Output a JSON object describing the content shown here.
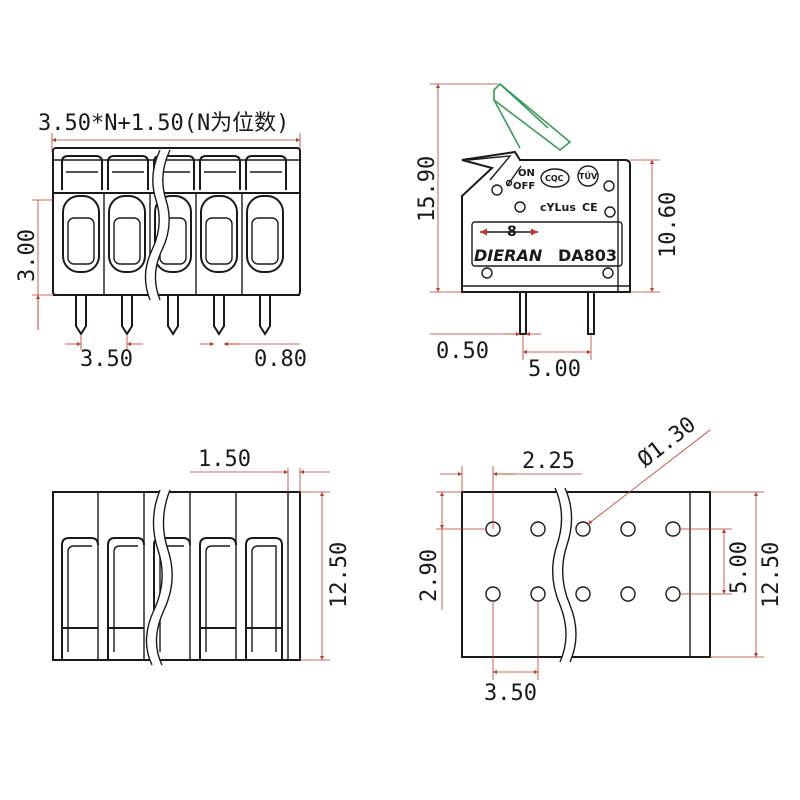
{
  "front_view": {
    "formula": "3.50*N+1.50(N为位数)",
    "height_dim": "3.00",
    "pitch_dim": "3.50",
    "pin_width_dim": "0.80"
  },
  "side_view": {
    "height_total_dim": "15.90",
    "body_height_dim": "10.60",
    "pin_thickness_dim": "0.50",
    "pin_spacing_dim": "5.00",
    "arrow_label": "8",
    "brand_text": "DIERAN",
    "model_text": "DA803",
    "on_label": "ON",
    "off_label": "OFF",
    "cqc_label": "CQC",
    "tuv_label": "TÜV",
    "ul_label": "cΥLus",
    "ce_label": "CE"
  },
  "top_view": {
    "edge_dim": "1.50",
    "depth_dim": "12.50"
  },
  "pcb_layout": {
    "offset_dim": "2.25",
    "hole_dia_dim": "Ø1.30",
    "row_offset_dim": "2.90",
    "row_spacing_dim": "5.00",
    "depth_dim": "12.50",
    "pitch_dim": "3.50"
  }
}
